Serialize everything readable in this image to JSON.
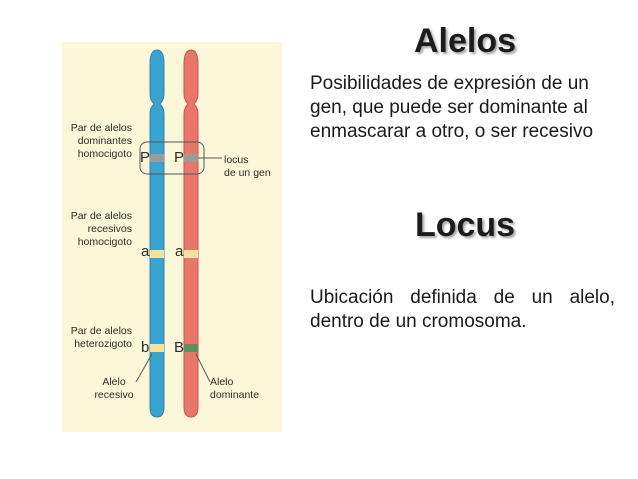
{
  "slide": {
    "alelos_title": "Alelos",
    "alelos_text": "Posibilidades de expresión de un gen, que puede ser dominante al enmascarar a otro, o ser recesivo",
    "locus_title": "Locus",
    "locus_text": "Ubicación definida de un alelo, dentro de un cromosoma."
  },
  "figure": {
    "label_dominant_pair": "Par de alelos\ndominantes\nhomocigoto",
    "label_recessive_pair": "Par de alelos\nrecesivos\nhomocigoto",
    "label_hetero_pair": "Par de alelos\nheterozigoto",
    "label_locus": "locus\nde un gen",
    "label_recessive_allele": "Alelo\nrecesivo",
    "label_dominant_allele": "Alelo\ndominante",
    "alleles": {
      "blue_top": "P",
      "red_top": "P",
      "blue_mid": "a",
      "red_mid": "a",
      "blue_bottom": "b",
      "red_bottom": "B"
    }
  },
  "colors": {
    "figure_bg": "#fcf7d8",
    "chromosome_blue": "#3aa3cf",
    "chromosome_red": "#e8766a",
    "band_grey": "#9a9a9a",
    "band_yellow": "#f3e3a0",
    "band_green": "#5d8f5a"
  }
}
